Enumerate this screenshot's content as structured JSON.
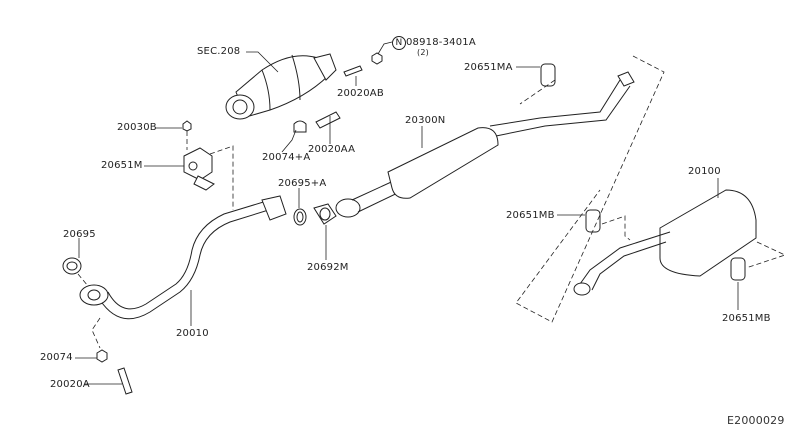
{
  "diagram": {
    "code": "E2000029",
    "labels": {
      "sec208": "SEC.208",
      "nut_circle": "N",
      "nut_part": "08918-3401A",
      "nut_qty": "(2)",
      "p20020AB": "20020AB",
      "p20651MA": "20651MA",
      "p20030B": "20030B",
      "p20074A": "20074+A",
      "p20020AA": "20020AA",
      "p20300N": "20300N",
      "p20651M": "20651M",
      "p20695A": "20695+A",
      "p20100": "20100",
      "p20695": "20695",
      "p20651MB_left": "20651MB",
      "p20692M": "20692M",
      "p20010": "20010",
      "p20651MB_right": "20651MB",
      "p20074": "20074",
      "p20020A": "20020A"
    }
  }
}
